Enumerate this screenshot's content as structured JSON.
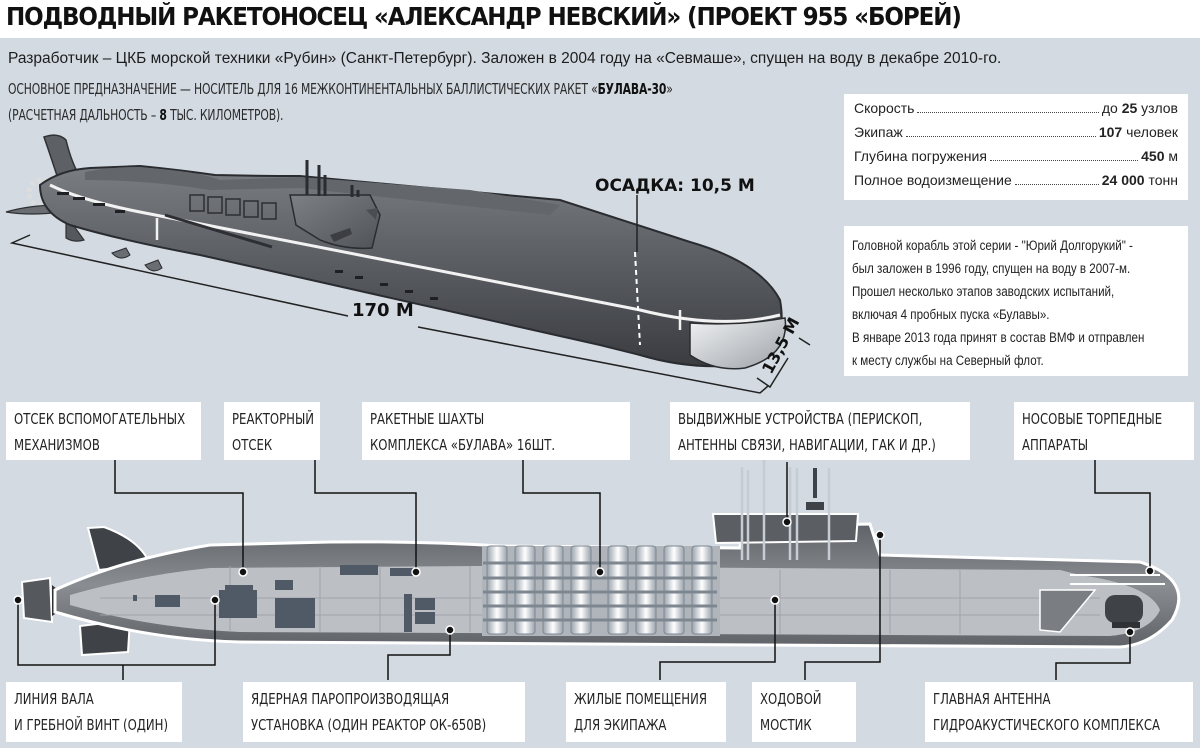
{
  "header": {
    "title": "ПОДВОДНЫЙ РАКЕТОНОСЕЦ «АЛЕКСАНДР НЕВСКИЙ» (ПРОЕКТ 955 «БОРЕЙ)"
  },
  "intro": {
    "developer_line": "Разработчик – ЦКБ морской техники «Рубин» (Санкт-Петербург).  Заложен в 2004 году на «Севмаше», спущен на воду в декабре 2010-го.",
    "purpose_line1_prefix": "ОСНОВНОЕ ПРЕДНАЗНАЧЕНИЕ — НОСИТЕЛЬ ДЛЯ 16 МЕЖКОНТИНЕНТАЛЬНЫХ БАЛЛИСТИЧЕСКИХ РАКЕТ «",
    "purpose_line1_bold": "БУЛАВА-30",
    "purpose_line1_suffix": "»",
    "purpose_line2_prefix": "(РАСЧЕТНАЯ ДАЛЬНОСТЬ – ",
    "purpose_line2_bold": "8",
    "purpose_line2_suffix": " ТЫС. КИЛОМЕТРОВ)."
  },
  "specs": [
    {
      "label": "Скорость",
      "prefix": "до ",
      "value": "25",
      "unit": " узлов"
    },
    {
      "label": "Экипаж",
      "prefix": "",
      "value": "107",
      "unit": " человек"
    },
    {
      "label": "Глубина погружения",
      "prefix": "",
      "value": "450",
      "unit": " м"
    },
    {
      "label": "Полное водоизмещение",
      "prefix": "",
      "value": "24 000",
      "unit": " тонн"
    }
  ],
  "note": {
    "lines": [
      "Головной корабль этой серии - \"Юрий Долгорукий\" -",
      "был заложен в 1996 году, спущен на воду в 2007-м.",
      "Прошел несколько этапов заводских испытаний,",
      "включая 4 пробных пуска «Булавы».",
      "В январе 2013 года принят в состав ВМФ и отправлен",
      "к месту службы на Северный флот."
    ]
  },
  "dimensions": {
    "draft": "ОСАДКА: 10,5 М",
    "length": "170 М",
    "beam": "13,5 М"
  },
  "callouts_top": [
    {
      "id": "aux-machinery",
      "line1": "ОТСЕК ВСПОМОГАТЕЛЬНЫХ",
      "line2": "МЕХАНИЗМОВ"
    },
    {
      "id": "reactor-compartment",
      "line1": "РЕАКТОРНЫЙ",
      "line2": "ОТСЕК"
    },
    {
      "id": "missile-silos",
      "line1": "РАКЕТНЫЕ ШАХТЫ",
      "line2": "КОМПЛЕКСА «БУЛАВА» 16ШТ."
    },
    {
      "id": "retractable-devices",
      "line1": "ВЫДВИЖНЫЕ УСТРОЙСТВА (ПЕРИСКОП,",
      "line2": "АНТЕННЫ СВЯЗИ, НАВИГАЦИИ, ГАК И ДР.)"
    },
    {
      "id": "torpedo-tubes",
      "line1": "НОСОВЫЕ ТОРПЕДНЫЕ",
      "line2": "АППАРАТЫ"
    }
  ],
  "callouts_bottom": [
    {
      "id": "shaft-propeller",
      "line1": "ЛИНИЯ ВАЛА",
      "line2": "И ГРЕБНОЙ ВИНТ (ОДИН)"
    },
    {
      "id": "nuclear-plant",
      "line1": "ЯДЕРНАЯ ПАРОПРОИЗВОДЯЩАЯ",
      "line2": "УСТАНОВКА (ОДИН РЕАКТОР ОК-650В)"
    },
    {
      "id": "crew-quarters",
      "line1": "ЖИЛЫЕ ПОМЕЩЕНИЯ",
      "line2": "ДЛЯ ЭКИПАЖА"
    },
    {
      "id": "bridge",
      "line1": "ХОДОВОЙ",
      "line2": "МОСТИК"
    },
    {
      "id": "sonar-antenna",
      "line1": "ГЛАВНАЯ АНТЕННА",
      "line2": "ГИДРОАКУСТИЧЕСКОГО КОМПЛЕКСА"
    }
  ],
  "colors": {
    "panel_bg": "#d3dae2",
    "hull_dark": "#4a4d52",
    "hull_mid": "#6b6e73",
    "cutaway_interior": "#b9bdc2",
    "equipment": "#4f5a66",
    "missile": "#e9eef3",
    "callout_bg": "#ffffff",
    "text": "#1a1a1a"
  }
}
